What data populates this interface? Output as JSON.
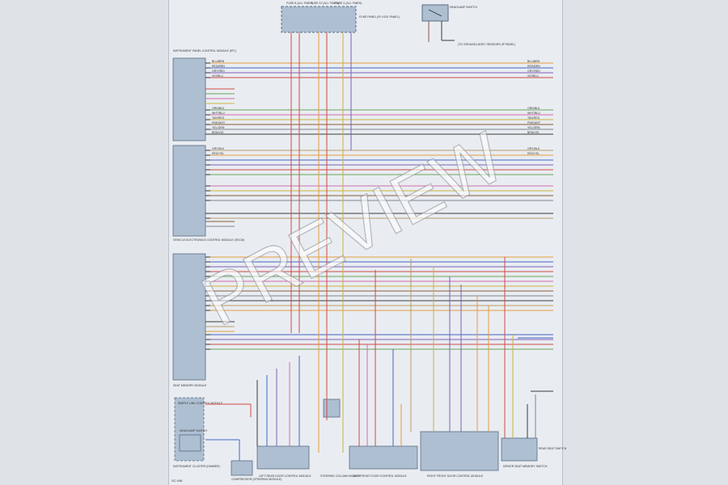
{
  "watermark": "PREVIEW",
  "page_ref": "SC 046",
  "fuses": {
    "f1": "FUSE 8 (ALL TIMES)",
    "f2": "FUSE 22 (ALL TIMES)",
    "f3": "FUSE 3 (ALL TIMES)",
    "note": "FUSE PANEL (IP, KICK PANEL)"
  },
  "top_right_box": "HEADLAMP SWITCH",
  "top_right_note": "(TO GROUND) BODY SENSORS (IP PANEL)",
  "left_modules": {
    "m1": "INSTRUMENT PANEL CONTROL MODULE (IPC)",
    "m2": "VEHICLE ELECTRONICS CONTROL MODULE (VECM)",
    "m3": "SEAT MEMORY MODULE",
    "m4": "SIMPLE LINK CONTROL MODULE",
    "m5": "HEADLAMP SWITCH",
    "m6": "INSTRUMENT CLUSTER (DIMMER)"
  },
  "bottom_components": {
    "c1": "COMPRESSOR (STEERING MODULE)",
    "c2": "LEFT REAR DOOR CONTROL MODULE",
    "c3": "STEERING COLUMN MODULE",
    "c4": "LEFT FRONT DOOR CONTROL MODULE",
    "c5": "RIGHT FRONT DOOR CONTROL MODULE",
    "c6": "DRIVER SEAT MEMORY SWITCH",
    "c7": "REAR SEAT SWITCH"
  },
  "wire_colors": {
    "red": "#d04a42",
    "orange": "#e59a3e",
    "yellow": "#c9b43a",
    "violet": "#7d5fb4",
    "blue": "#4563c4",
    "pink": "#d46aa6",
    "green": "#6aa55a",
    "brown": "#8a5a3a",
    "gray": "#7d858e",
    "black": "#3a3a3a",
    "tan": "#b99a66",
    "module": "#aebfd2"
  },
  "wire_labels": [
    "BLU/BRN",
    "RED/BRN",
    "GRY/RED",
    "VIO/BLU",
    "ORN/BLK",
    "WHT/BLU",
    "TAN/RED",
    "PNK/WHT",
    "YEL/GRN",
    "BRN/VIO",
    "GRY/BLK",
    "RED/YEL"
  ]
}
